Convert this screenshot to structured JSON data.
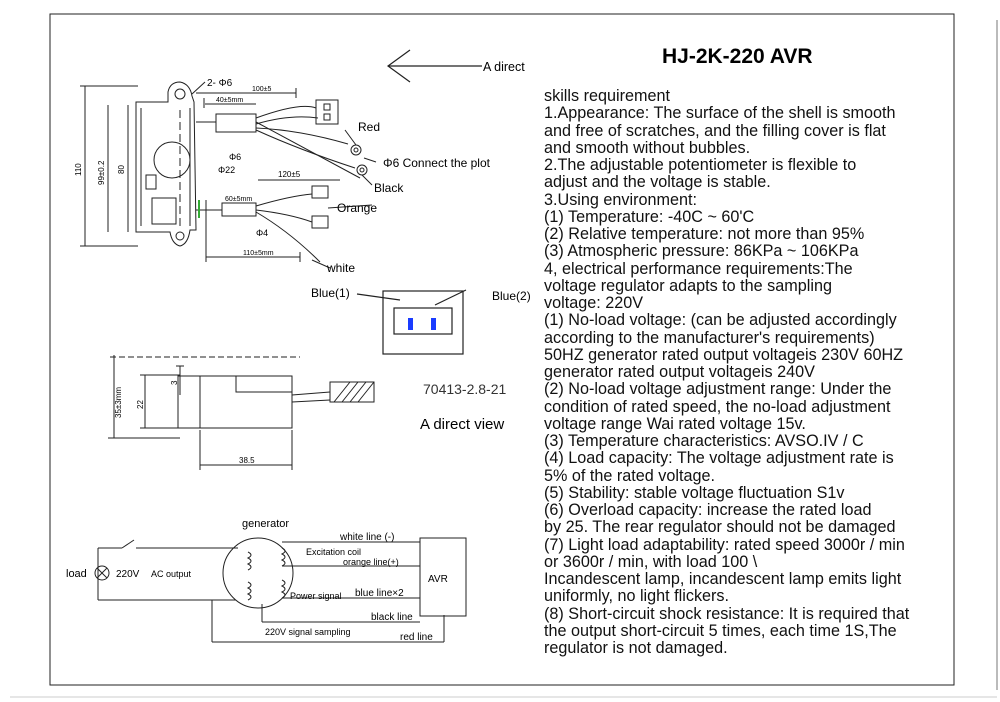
{
  "title": "HJ-2K-220 AVR",
  "direction_label": "A direct",
  "top_view": {
    "hole_label": "2- Φ6",
    "dim_100": "100±5",
    "dim_40": "40±5mm",
    "dim_phi6": "Φ6",
    "dim_phi22": "Φ22",
    "dim_120": "120±5",
    "dim_60": "60±5mm",
    "dim_phi4": "Φ4",
    "dim_110_bottom": "110±5mm",
    "dim_110_side": "110",
    "dim_99": "99±0.2",
    "dim_80": "80",
    "wire_red": "Red",
    "connect_plot": "Φ6 Connect the plot",
    "wire_black": "Black",
    "wire_orange": "Orange",
    "wire_white": "white",
    "blue1": "Blue(1)",
    "blue2": "Blue(2)"
  },
  "side_view": {
    "dim_35": "35±3mm",
    "dim_22": "22",
    "dim_3": "3",
    "dim_38": "38.5",
    "code": "70413-2.8-21",
    "view_label": "A direct view"
  },
  "circuit": {
    "generator": "generator",
    "load": "load",
    "voltage": "220V",
    "ac_output": "AC output",
    "white_line": "white line (-)",
    "excitation_coil": "Excitation coil",
    "orange_line": "orange line(+)",
    "avr": "AVR",
    "power_signal": "Power signal",
    "blue_line": "blue line×2",
    "black_line": "black line",
    "sampling": "220V signal sampling",
    "red_line": "red line"
  },
  "spec_lines": [
    "skills requirement",
    "1.Appearance: The surface of the shell is smooth",
    "and free of scratches, and the filling cover is flat",
    "and smooth without bubbles.",
    "2.The adjustable potentiometer is flexible to",
    "adjust and the voltage is stable.",
    "3.Using environment:",
    "(1) Temperature: -40C ~ 60'C",
    "(2) Relative temperature: not more than 95%",
    "(3) Atmospheric pressure: 86KPa ~ 106KPa",
    "4, electrical performance requirements:The",
    "voltage regulator adapts to the sampling",
    "voltage: 220V",
    "(1) No-load voltage: (can be adjusted accordingly",
    "according to the manufacturer's requirements)",
    "50HZ generator rated output voltageis 230V 60HZ",
    "generator rated output voltageis 240V",
    "(2) No-load voltage adjustment range: Under the",
    "condition of rated speed, the no-load adjustment",
    "voltage range Wai rated voltage 15v.",
    "(3) Temperature characteristics: AVSO.IV / C",
    "(4) Load capacity: The voltage adjustment rate is",
    "5% of the rated voltage.",
    "(5) Stability: stable voltage fluctuation S1v",
    "(6) Overload capacity: increase the rated load",
    " by 25. The rear regulator should not be damaged",
    "(7) Light load adaptability: rated speed 3000r / min",
    "or 3600r / min, with load 100 \\",
    "Incandescent lamp, incandescent lamp emits light",
    "uniformly, no light flickers.",
    "(8) Short-circuit shock resistance: It is required that",
    "the output short-circuit 5 times, each time 1S,The",
    "regulator is not damaged."
  ]
}
